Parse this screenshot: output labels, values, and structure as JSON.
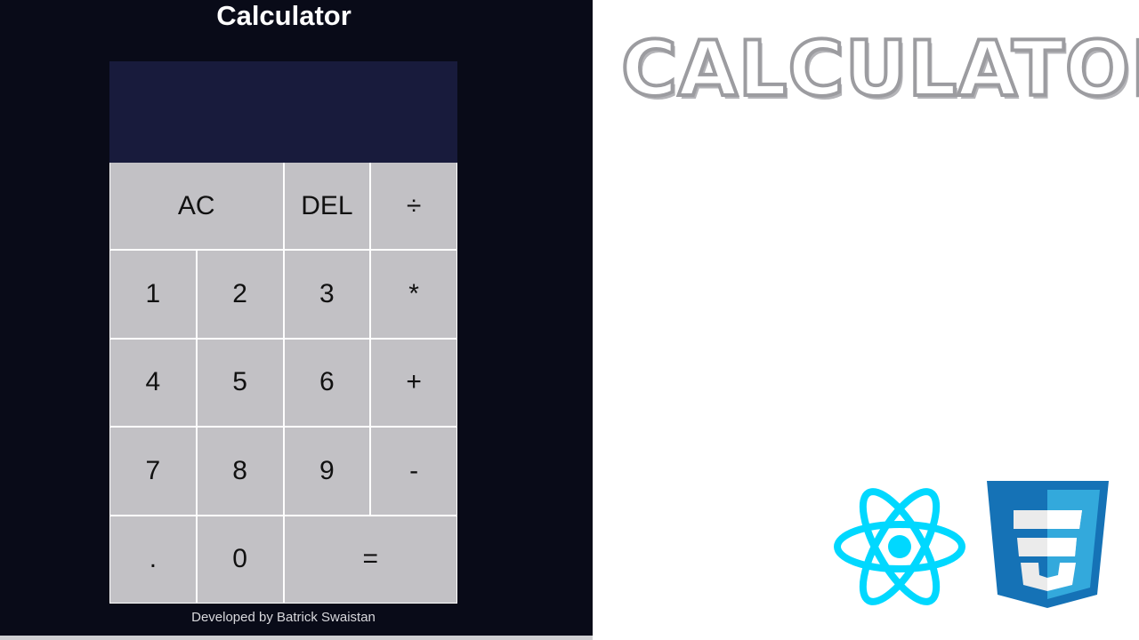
{
  "app": {
    "title": "Calculator",
    "display_value": "",
    "footer": "Developed by Batrick Swaistan"
  },
  "keys": [
    {
      "label": "AC",
      "name": "all-clear-button"
    },
    {
      "label": "DEL",
      "name": "delete-button"
    },
    {
      "label": "÷",
      "name": "divide-button"
    },
    {
      "label": "1",
      "name": "digit-1-button"
    },
    {
      "label": "2",
      "name": "digit-2-button"
    },
    {
      "label": "3",
      "name": "digit-3-button"
    },
    {
      "label": "*",
      "name": "multiply-button"
    },
    {
      "label": "4",
      "name": "digit-4-button"
    },
    {
      "label": "5",
      "name": "digit-5-button"
    },
    {
      "label": "6",
      "name": "digit-6-button"
    },
    {
      "label": "+",
      "name": "add-button"
    },
    {
      "label": "7",
      "name": "digit-7-button"
    },
    {
      "label": "8",
      "name": "digit-8-button"
    },
    {
      "label": "9",
      "name": "digit-9-button"
    },
    {
      "label": "-",
      "name": "subtract-button"
    },
    {
      "label": ".",
      "name": "decimal-button"
    },
    {
      "label": "0",
      "name": "digit-0-button"
    },
    {
      "label": "=",
      "name": "equals-button"
    }
  ],
  "promo": {
    "headline": "CALCULATOR",
    "icons": [
      "react-logo-icon",
      "css3-logo-icon"
    ]
  },
  "colors": {
    "app_background": "#090b18",
    "display_background": "#181b3c",
    "key_background": "#c2c1c5",
    "react_cyan": "#00d8ff",
    "css_blue": "#1572b6"
  }
}
